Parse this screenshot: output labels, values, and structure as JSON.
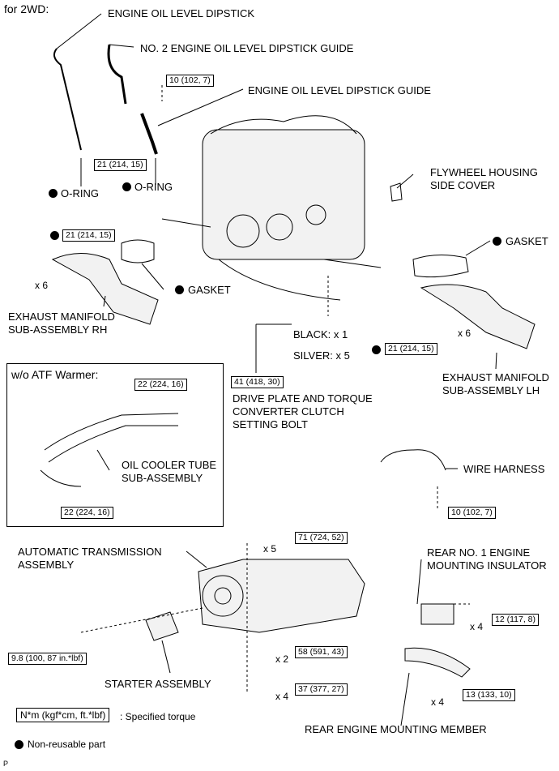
{
  "header": {
    "title": "for 2WD:"
  },
  "labels": {
    "dipstick": "ENGINE OIL LEVEL DIPSTICK",
    "dipstick_guide_no2": "NO. 2 ENGINE OIL LEVEL DIPSTICK GUIDE",
    "dipstick_guide": "ENGINE OIL LEVEL DIPSTICK GUIDE",
    "oring": "O-RING",
    "flywheel_cover_1": "FLYWHEEL HOUSING",
    "flywheel_cover_2": "SIDE COVER",
    "gasket": "GASKET",
    "exh_rh_1": "EXHAUST MANIFOLD",
    "exh_rh_2": "SUB-ASSEMBLY RH",
    "exh_lh_1": "EXHAUST MANIFOLD",
    "exh_lh_2": "SUB-ASSEMBLY LH",
    "black": "BLACK: x 1",
    "silver": "SILVER: x 5",
    "drive_plate_1": "DRIVE PLATE AND TORQUE",
    "drive_plate_2": "CONVERTER CLUTCH",
    "drive_plate_3": "SETTING BOLT",
    "atf_panel_title": "w/o ATF Warmer:",
    "oil_cooler_1": "OIL COOLER TUBE",
    "oil_cooler_2": "SUB-ASSEMBLY",
    "wire_harness": "WIRE HARNESS",
    "auto_trans_1": "AUTOMATIC TRANSMISSION",
    "auto_trans_2": "ASSEMBLY",
    "rear_insulator_1": "REAR NO. 1 ENGINE",
    "rear_insulator_2": "MOUNTING INSULATOR",
    "starter": "STARTER ASSEMBLY",
    "rear_member": "REAR ENGINE MOUNTING MEMBER"
  },
  "torques": {
    "t10_top": "10 (102, 7)",
    "t21_guide": "21 (214, 15)",
    "t21_rh": "21 (214, 15)",
    "t21_lh": "21 (214, 15)",
    "t41": "41 (418, 30)",
    "t22_top": "22 (224, 16)",
    "t22_bottom": "22 (224, 16)",
    "t10_harness": "10 (102, 7)",
    "t71": "71 (724, 52)",
    "t12": "12 (117, 8)",
    "t58": "58 (591, 43)",
    "t98": "9.8 (100, 87 in.*lbf)",
    "t37": "37 (377, 27)",
    "t13": "13 (133, 10)"
  },
  "quantities": {
    "x6_rh": "x 6",
    "x6_lh": "x 6",
    "x5": "x 5",
    "x4_insulator": "x 4",
    "x2": "x 2",
    "x4_trans": "x 4",
    "x4_member": "x 4"
  },
  "legend": {
    "torque_unit": "N*m (kgf*cm, ft.*lbf)",
    "torque_desc": ": Specified torque",
    "nonreusable": "Non-reusable part"
  },
  "footer_code": "P"
}
